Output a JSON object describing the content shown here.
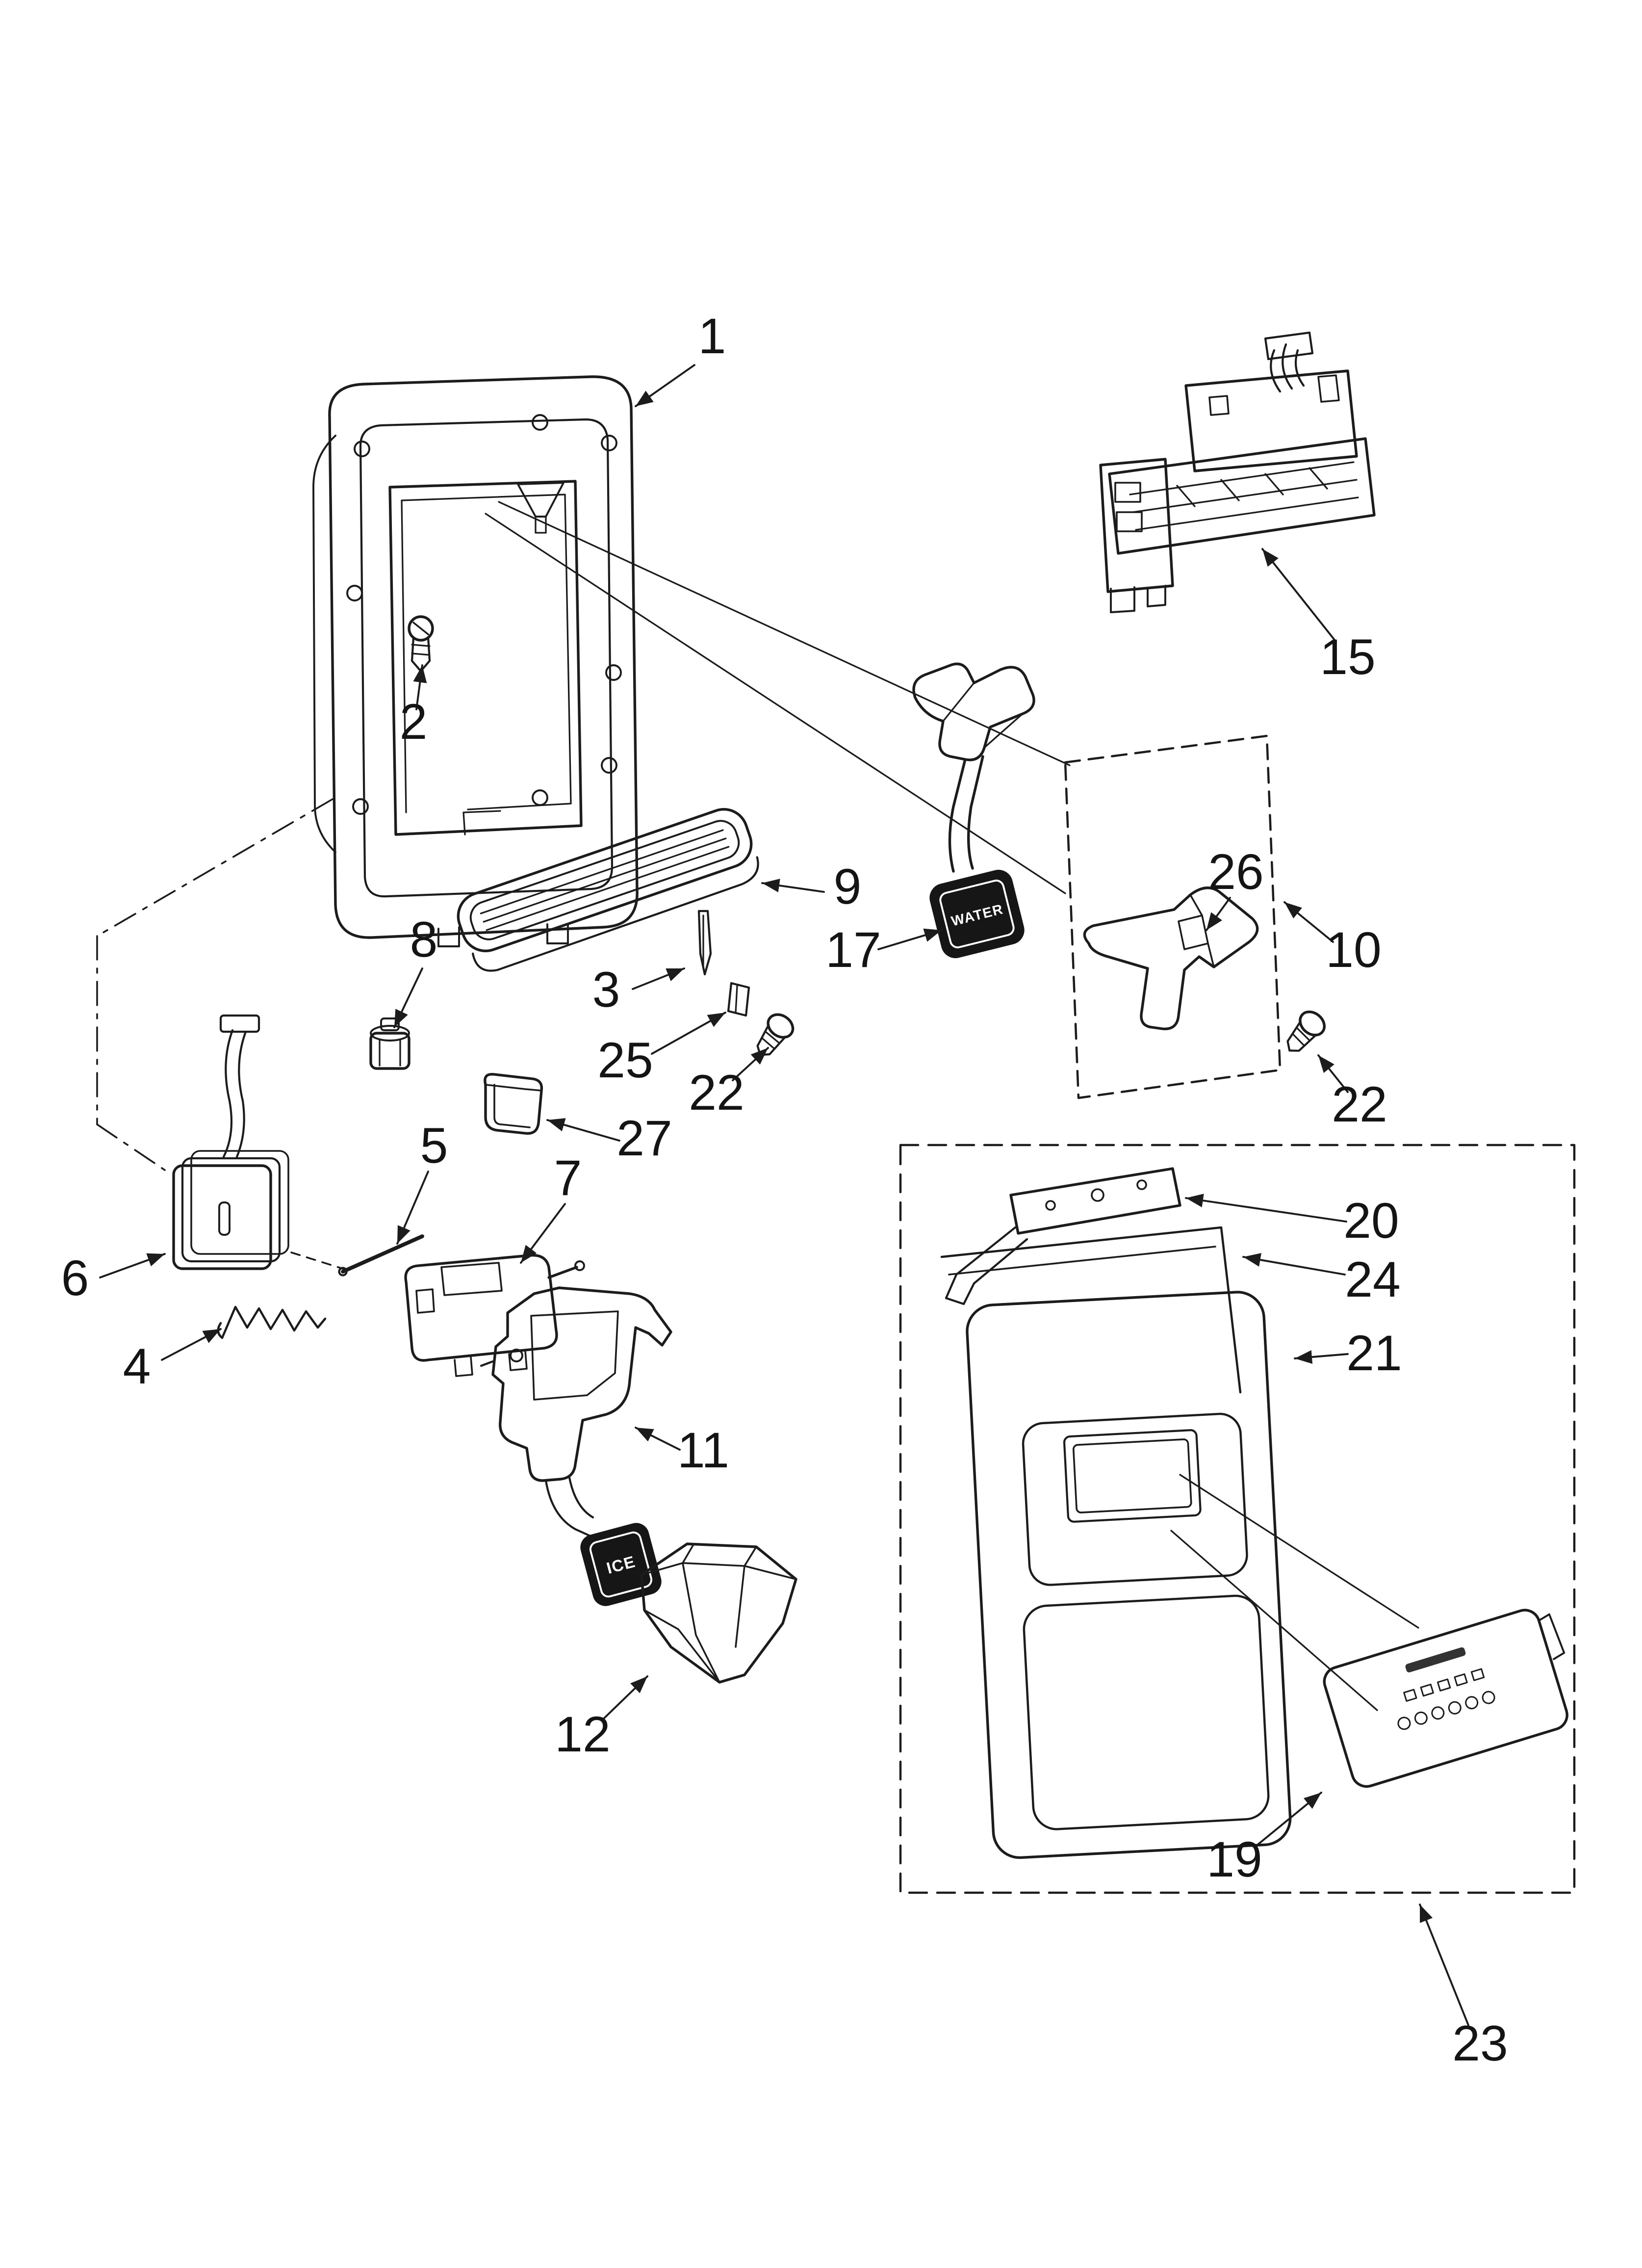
{
  "figure": {
    "type": "exploded-parts-diagram",
    "subject": "refrigerator-dispenser-front-panel",
    "background": "#ffffff",
    "ink": "#1c1c1c",
    "pad_fill": "#161616",
    "pad_text_color": "#ffffff"
  },
  "diagram": {
    "callouts": [
      {
        "label": "1"
      },
      {
        "label": "2"
      },
      {
        "label": "3"
      },
      {
        "label": "4"
      },
      {
        "label": "5"
      },
      {
        "label": "6"
      },
      {
        "label": "7"
      },
      {
        "label": "8"
      },
      {
        "label": "9"
      },
      {
        "label": "10"
      },
      {
        "label": "11"
      },
      {
        "label": "12"
      },
      {
        "label": "15"
      },
      {
        "label": "17"
      },
      {
        "label": "19"
      },
      {
        "label": "20"
      },
      {
        "label": "21"
      },
      {
        "label": "22"
      },
      {
        "label": "22"
      },
      {
        "label": "23"
      },
      {
        "label": "24"
      },
      {
        "label": "25"
      },
      {
        "label": "26"
      },
      {
        "label": "27"
      }
    ],
    "part_texts": {
      "water_pad": "WATER",
      "ice_pad": "ICE"
    }
  }
}
